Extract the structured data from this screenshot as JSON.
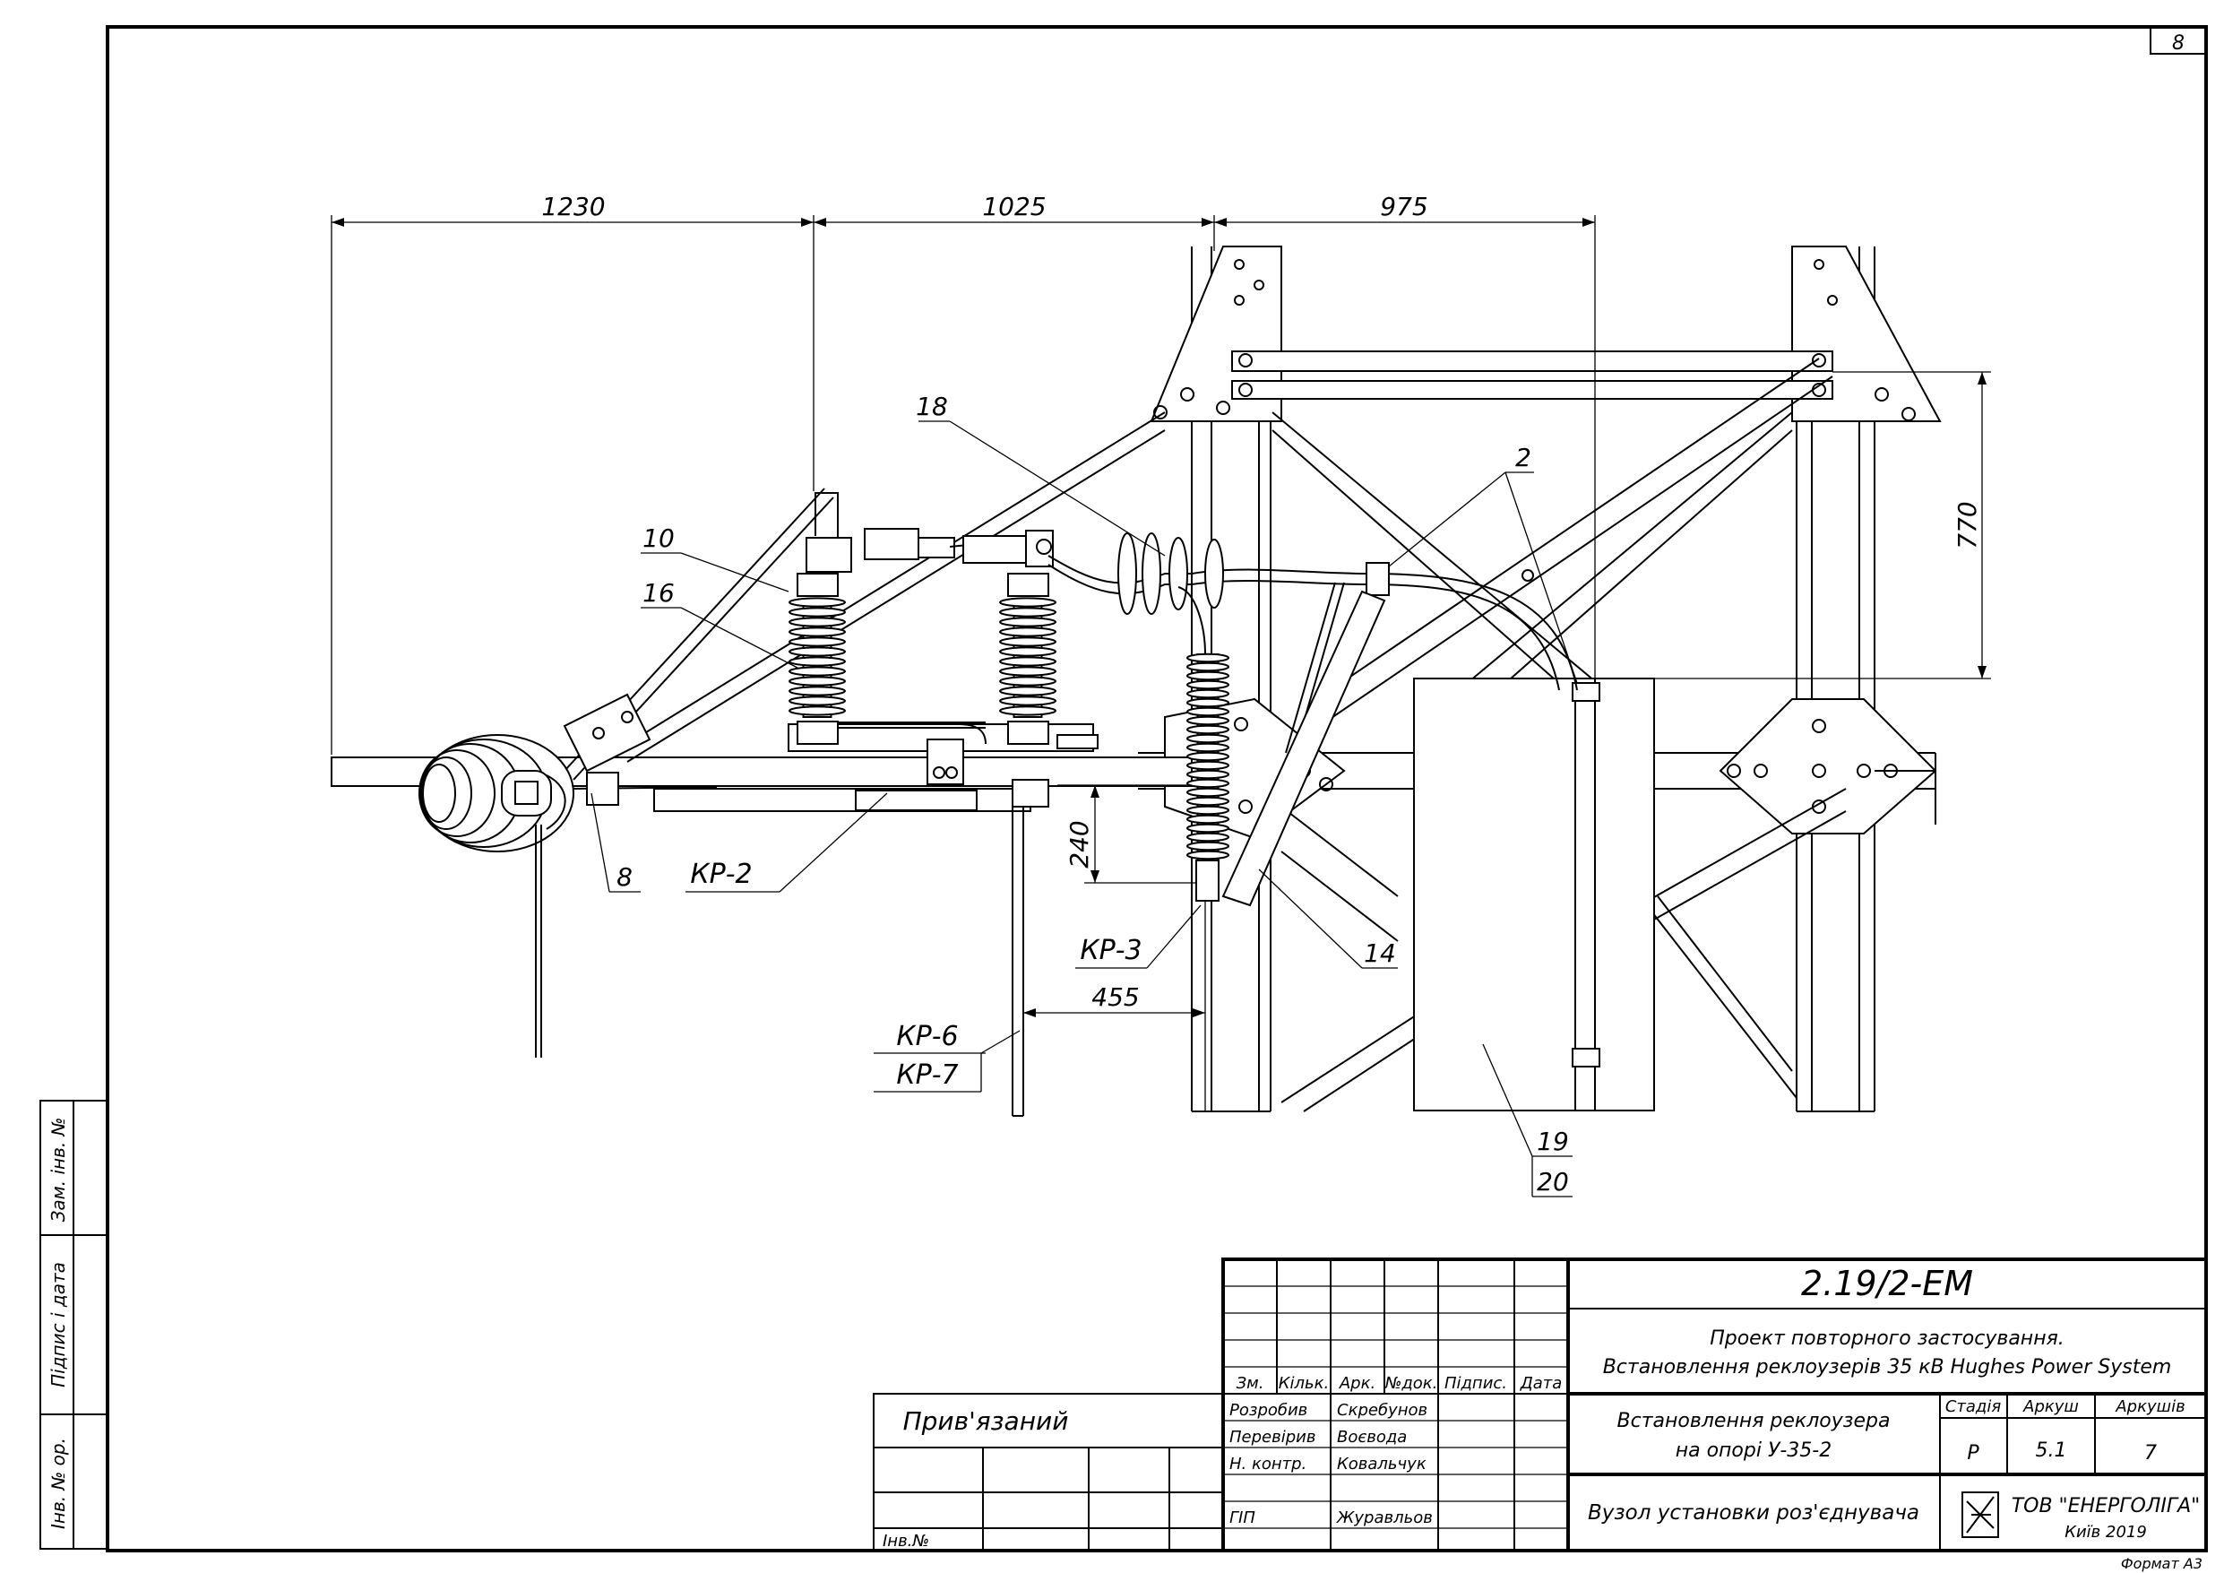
{
  "sheet_number": "8",
  "format_label": "Формат А3",
  "dimensions": {
    "d1230": "1230",
    "d1025": "1025",
    "d975": "975",
    "d770": "770",
    "d240": "240",
    "d455": "455"
  },
  "callouts": {
    "c18": "18",
    "c2": "2",
    "c10": "10",
    "c16": "16",
    "c8": "8",
    "ckp2": "КР-2",
    "ckp3": "КР-3",
    "c14": "14",
    "ckp6": "КР-6",
    "ckp7": "КР-7",
    "c19": "19",
    "c20": "20"
  },
  "side_stamp": {
    "zam_inv": "Зам. інв. №",
    "pidpys_data": "Підпис і дата",
    "inv_orig": "Інв. № ор."
  },
  "tied_block": {
    "title": "Прив'язаний",
    "inv_label": "Інв.№"
  },
  "title_block": {
    "doc_code": "2.19/2-ЕМ",
    "project_line1": "Проект повторного застосування.",
    "project_line2": "Встановлення реклоузерів 35 кВ Hughes Power System",
    "headers": [
      "Зм.",
      "Кільк.",
      "Арк.",
      "№док.",
      "Підпис.",
      "Дата"
    ],
    "roles": [
      {
        "role": "Розробив",
        "name": "Скребунов"
      },
      {
        "role": "Перевірив",
        "name": "Воєвода"
      },
      {
        "role": "Н. контр.",
        "name": "Ковальчук"
      },
      {
        "role": "ГІП",
        "name": "Журавльов"
      }
    ],
    "sheet_title_line1": "Встановлення реклоузера",
    "sheet_title_line2": "на опорі У-35-2",
    "drawing_title": "Вузол установки роз'єднувача",
    "stage_label": "Стадія",
    "sheet_label": "Аркуш",
    "sheets_label": "Аркушів",
    "stage_value": "Р",
    "sheet_value": "5.1",
    "sheets_value": "7",
    "company": "ТОВ \"ЕНЕРГОЛІГА\"",
    "city_year": "Київ 2019"
  }
}
